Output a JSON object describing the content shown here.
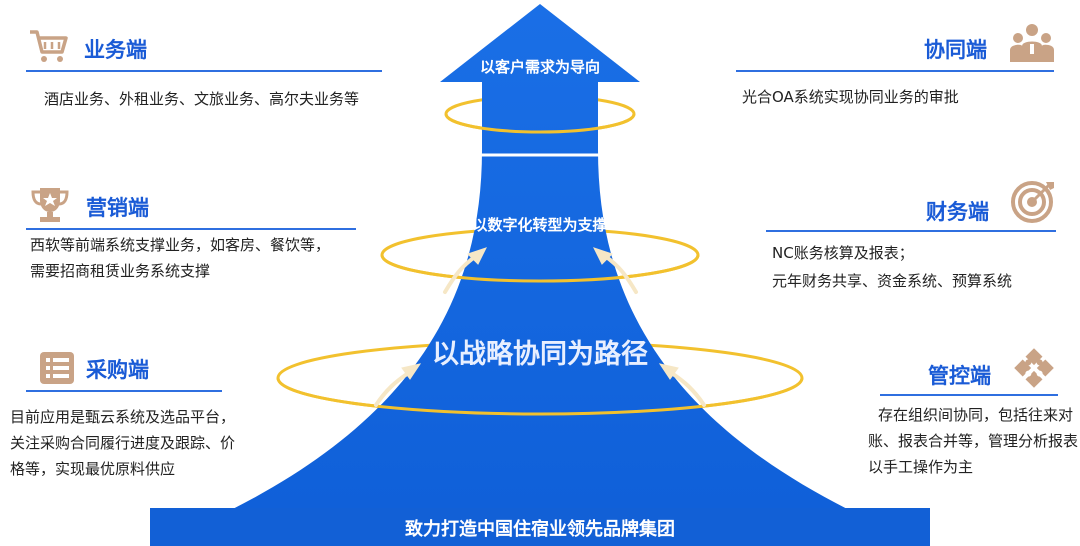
{
  "center": {
    "top_label": "以客户需求为导向",
    "mid_label": "以数字化转型为支撑",
    "main_label": "以战略协同为路径",
    "base_label": "致力打造中国住宿业领先品牌集团"
  },
  "left": [
    {
      "title": "业务端",
      "icon": "shopping-cart-icon",
      "desc": "酒店业务、外租业务、文旅业务、高尔夫业务等"
    },
    {
      "title": "营销端",
      "icon": "trophy-icon",
      "desc": "西软等前端系统支撑业务，如客房、餐饮等，需要招商租赁业务系统支撑"
    },
    {
      "title": "采购端",
      "icon": "clipboard-list-icon",
      "desc": "目前应用是甄云系统及选品平台，关注采购合同履行进度及跟踪、价格等，实现最优原料供应"
    }
  ],
  "right": [
    {
      "title": "协同端",
      "icon": "team-icon",
      "desc": "光合OA系统实现协同业务的审批"
    },
    {
      "title": "财务端",
      "icon": "target-icon",
      "desc_lines": [
        "NC账务核算及报表；",
        "元年财务共享、资金系统、预算系统"
      ]
    },
    {
      "title": "管控端",
      "icon": "puzzle-icon",
      "desc": "存在组织间协同，包括往来对账、报表合并等，管理分析报表以手工操作为主"
    }
  ],
  "colors": {
    "accent": "#1a5bd6",
    "arrow": "#1668e0",
    "ring": "#f2c12e",
    "icon": "#c9a386"
  }
}
